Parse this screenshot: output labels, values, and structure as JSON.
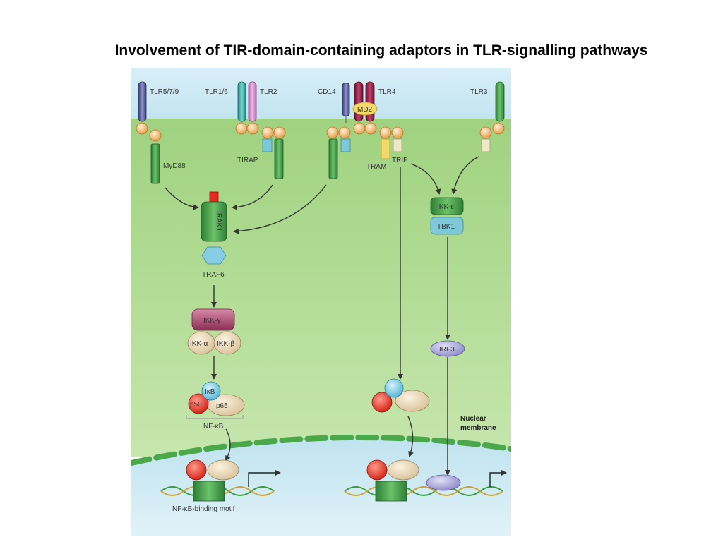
{
  "title": "Involvement of TIR-domain-containing adaptors in TLR-signalling pathways",
  "receptors": {
    "tlr579": "TLR5/7/9",
    "tlr16": "TLR1/6",
    "tlr2": "TLR2",
    "cd14": "CD14",
    "tlr4": "TLR4",
    "md2": "MD2",
    "tlr3": "TLR3"
  },
  "adaptors": {
    "myd88": "MyD88",
    "tirap": "TIRAP",
    "tram": "TRAM",
    "trif": "TRIF"
  },
  "kinases": {
    "irak1": "IRAK1",
    "traf6": "TRAF6",
    "ikk_gamma": "IKK-γ",
    "ikk_alpha": "IKK-α",
    "ikk_beta": "IKK-β",
    "ikk_epsilon": "IKK-ε",
    "tbk1": "TBK1",
    "irf3": "IRF3"
  },
  "nfkb": {
    "ikb": "IκB",
    "p50": "p50",
    "p65": "p65",
    "label": "NF-κB",
    "motif": "NF-κB-binding motif"
  },
  "nuclear": {
    "line1": "Nuclear",
    "line2": "membrane"
  },
  "colors": {
    "cytoplasm": "#a9d88e",
    "extracellular": "#cfe9f4",
    "nucleus": "#cce9f3",
    "adaptor_green": "#3f9d45",
    "tir_orange": "#f2c07a"
  }
}
